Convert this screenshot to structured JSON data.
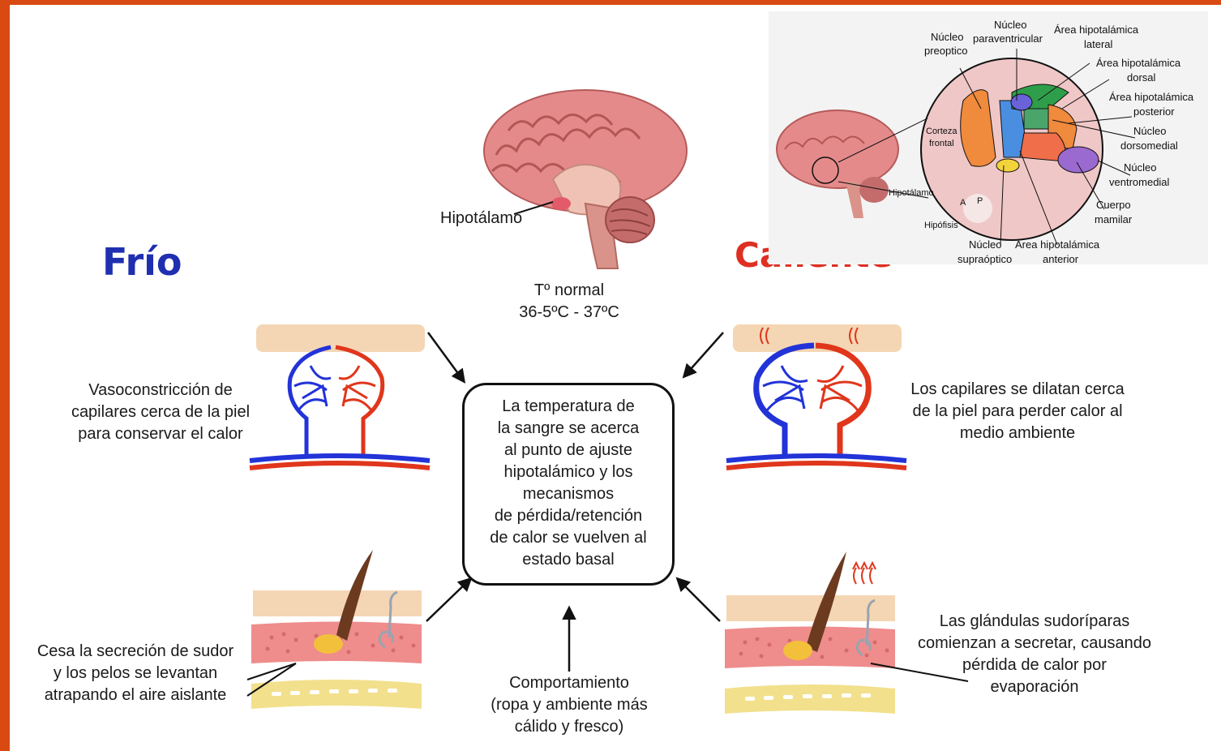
{
  "titles": {
    "cold": "Frío",
    "hot": "Caliente"
  },
  "colors": {
    "cold_title": "#1f2fb0",
    "hot_title": "#de2f22",
    "frame": "#d84a12",
    "vein": "#2233d8",
    "artery": "#e0361c",
    "skin": "#f4d6b4",
    "dermis": "#ef8c8c",
    "fat": "#f2e08c"
  },
  "brain": {
    "hypothalamus_label": "Hipotálamo",
    "normal_temp_line1": "Tº normal",
    "normal_temp_line2": "36-5ºC - 37ºC"
  },
  "anatomy": {
    "nucleo_preoptico": [
      "Núcleo",
      "preoptico"
    ],
    "nucleo_paraventricular": [
      "Núcleo",
      "paraventricular"
    ],
    "area_lateral": [
      "Área hipotalámica",
      "lateral"
    ],
    "area_dorsal": [
      "Área hipotalámica",
      "dorsal"
    ],
    "area_posterior": [
      "Área hipotalámica",
      "posterior"
    ],
    "nucleo_dorsomedial": [
      "Núcleo",
      "dorsomedial"
    ],
    "nucleo_ventromedial": [
      "Núcleo",
      "ventromedial"
    ],
    "cuerpo_mamilar": [
      "Cuerpo",
      "mamilar"
    ],
    "area_anterior": [
      "Área hipotalámica",
      "anterior"
    ],
    "nucleo_supraoptico": [
      "Núcleo",
      "supraóptico"
    ],
    "corteza_frontal": [
      "Corteza",
      "frontal"
    ],
    "hipotalamo": "Hipotálamo",
    "hipofisis": "Hipófisis",
    "anterior_letter": "A",
    "posterior_letter": "P"
  },
  "cold": {
    "vasoconstriction": [
      "Vasoconstricción de",
      "capilares cerca de la piel",
      "para conservar el calor"
    ],
    "sweat": [
      "Cesa la secreción de sudor",
      "y los pelos se levantan",
      "atrapando el aire aislante"
    ]
  },
  "hot": {
    "vasodilation": [
      "Los capilares se dilatan cerca",
      "de la piel para perder calor al",
      "medio ambiente"
    ],
    "sweat": [
      "Las glándulas sudoríparas",
      "comienzan a secretar, causando",
      "pérdida de calor por",
      "evaporación"
    ]
  },
  "center": [
    "La temperatura de",
    "la sangre se acerca",
    "al punto de ajuste",
    "hipotalámico y los",
    "mecanismos",
    "de pérdida/retención",
    "de calor se vuelven al",
    "estado basal"
  ],
  "behavior": [
    "Comportamiento",
    "(ropa y ambiente más",
    "cálido y fresco)"
  ]
}
